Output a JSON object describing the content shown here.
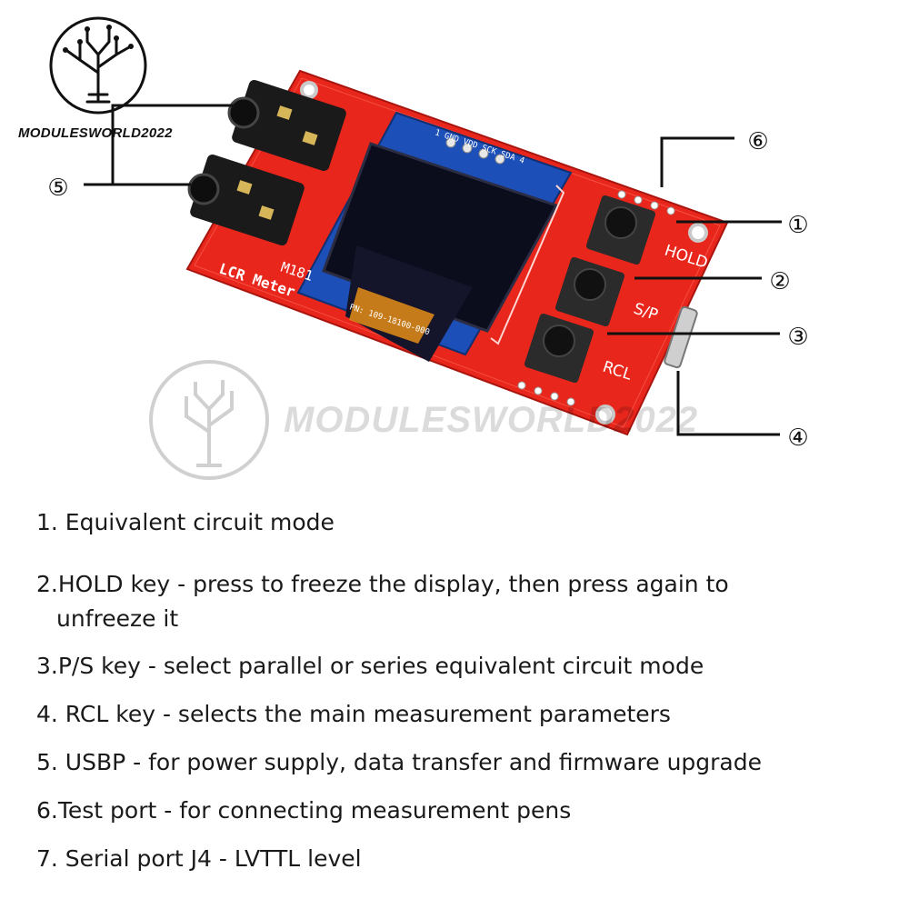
{
  "brand": {
    "logo_text": "MODULESWORLD2022",
    "watermark_text": "MODULESWORLD2022"
  },
  "board": {
    "silkscreen_model": "M181",
    "silkscreen_name": "LCR Meter",
    "oled_pins": "1 GND VDD SCK SDA 4",
    "part_number": "PN: 109-18100-000",
    "button_labels": [
      "HOLD",
      "S/P",
      "RCL"
    ],
    "pcb_color": "#e8261c",
    "oled_color": "#0b0d1c"
  },
  "callouts": [
    "①",
    "②",
    "③",
    "④",
    "⑤",
    "⑥"
  ],
  "notes": {
    "n1": "1. Equivalent circuit mode",
    "n2_line1": "2.HOLD key - press to freeze the display, then press again to",
    "n2_line2": "unfreeze it",
    "n3": "3.P/S key - select parallel or series equivalent circuit mode",
    "n4": "4. RCL key - selects the main measurement parameters",
    "n5": "5. USBP - for power supply, data transfer and firmware upgrade",
    "n6": "6.Test port - for connecting measurement pens",
    "n7": "7. Serial port J4 - LVTTL level"
  }
}
